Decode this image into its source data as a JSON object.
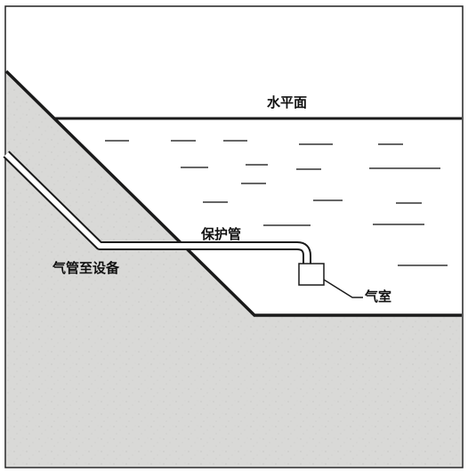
{
  "labels": {
    "water_surface": "水平面",
    "protective_pipe": "保护管",
    "air_pipe_to_device": "气管至设备",
    "air_chamber": "气室"
  },
  "colors": {
    "ground_fill": "#d8d8d6",
    "line": "#1a1a1a",
    "water_ripple": "#333333",
    "background": "#ffffff"
  }
}
